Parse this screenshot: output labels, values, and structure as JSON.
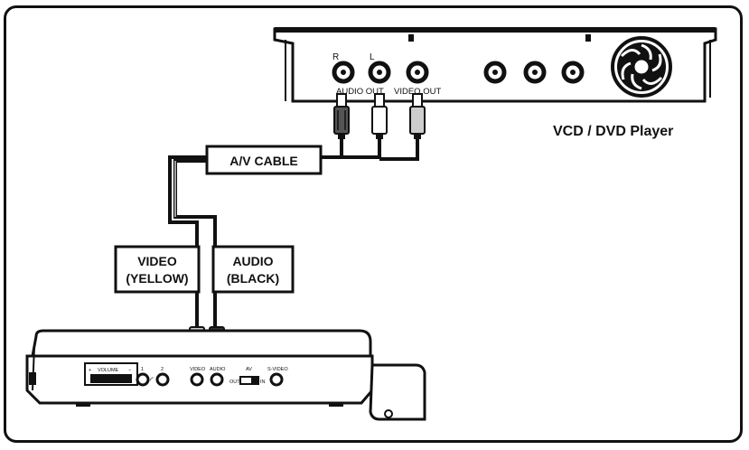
{
  "source_device": {
    "name": "VCD / DVD Player",
    "jack_labels": {
      "right": "R",
      "left": "L"
    },
    "audio_out": "AUDIO OUT",
    "video_out": "VIDEO OUT"
  },
  "cable_label": "A/V CABLE",
  "video_plug": {
    "line1": "VIDEO",
    "line2": "(YELLOW)"
  },
  "audio_plug": {
    "line1": "AUDIO",
    "line2": "(BLACK)"
  },
  "portable_panel": {
    "volume": "VOLUME",
    "volume_plus": "+",
    "volume_minus": "−",
    "headphone_1": "1",
    "headphone_2": "2",
    "video": "VIDEO",
    "audio": "AUDIO",
    "av": "AV",
    "av_out": "OUT",
    "av_in": "IN",
    "svideo": "S-VIDEO"
  }
}
